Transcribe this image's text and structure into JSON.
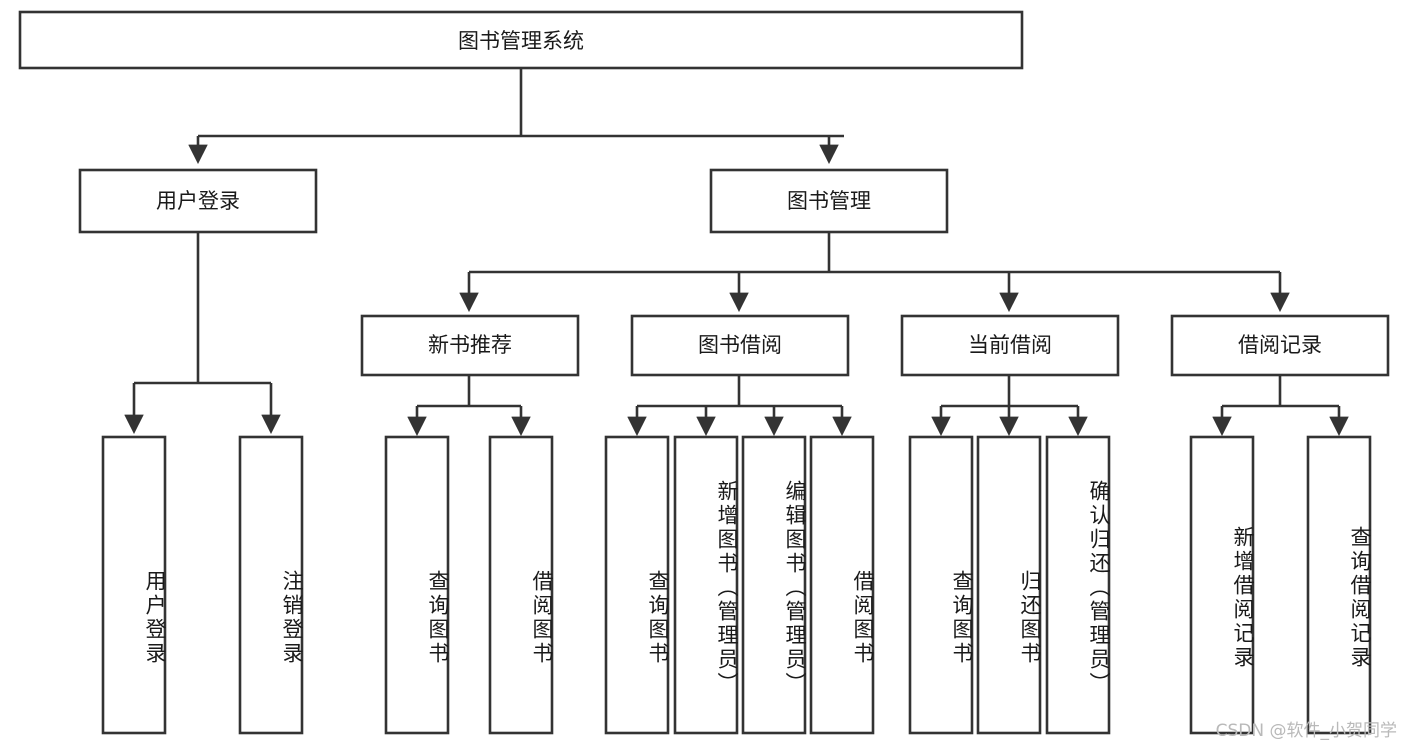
{
  "diagram": {
    "title": "图书管理系统",
    "watermark": "CSDN @软件_小贺同学",
    "style": {
      "stroke": "#333333",
      "fill": "#ffffff",
      "text": "#1a1a1a",
      "watermark_color": "#b9b9b9"
    },
    "root": {
      "label": "图书管理系统"
    },
    "level2": [
      {
        "label": "用户登录"
      },
      {
        "label": "图书管理"
      }
    ],
    "level3": [
      {
        "label": "新书推荐"
      },
      {
        "label": "图书借阅"
      },
      {
        "label": "当前借阅"
      },
      {
        "label": "借阅记录"
      }
    ],
    "leaves": {
      "user_login": [
        {
          "label": "用户登录"
        },
        {
          "label": "注销登录"
        }
      ],
      "new_book_recommend": [
        {
          "label": "查询图书"
        },
        {
          "label": "借阅图书"
        }
      ],
      "book_borrow": [
        {
          "label": "查询图书"
        },
        {
          "label": "新增图书（管理员）"
        },
        {
          "label": "编辑图书（管理员）"
        },
        {
          "label": "借阅图书"
        }
      ],
      "current_borrow": [
        {
          "label": "查询图书"
        },
        {
          "label": "归还图书"
        },
        {
          "label": "确认归还（管理员）"
        }
      ],
      "borrow_record": [
        {
          "label": "新增借阅记录"
        },
        {
          "label": "查询借阅记录"
        }
      ]
    }
  }
}
